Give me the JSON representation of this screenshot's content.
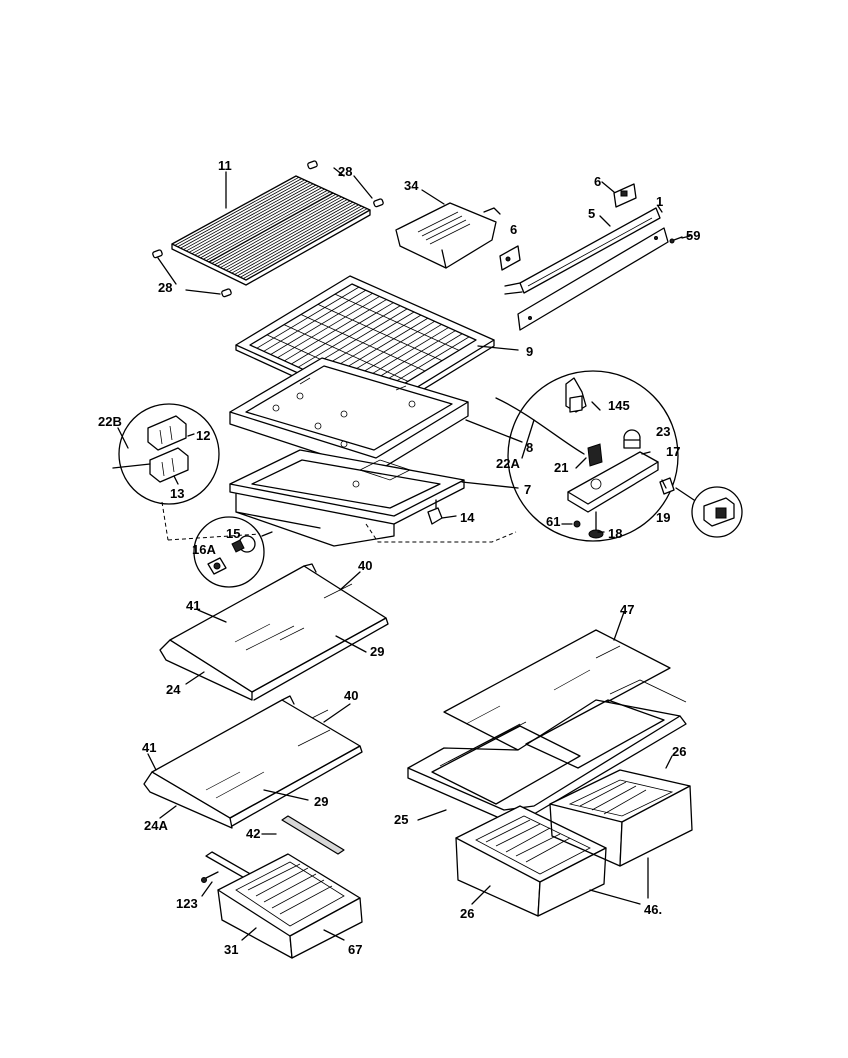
{
  "diagram": {
    "labels": {
      "l1": "1",
      "l5": "5",
      "l6a": "6",
      "l6b": "6",
      "l7": "7",
      "l8": "8",
      "l9": "9",
      "l11": "11",
      "l12": "12",
      "l13": "13",
      "l14": "14",
      "l15": "15",
      "l16a": "16A",
      "l17": "17",
      "l18": "18",
      "l19": "19",
      "l21": "21",
      "l22a": "22A",
      "l22b": "22B",
      "l23": "23",
      "l24": "24",
      "l24a": "24A",
      "l25": "25",
      "l26a": "26",
      "l26b": "26",
      "l28a": "28",
      "l28b": "28",
      "l29a": "29",
      "l29b": "29",
      "l31": "31",
      "l34": "34",
      "l40a": "40",
      "l40b": "40",
      "l41a": "41",
      "l41b": "41",
      "l42": "42",
      "l46": "46.",
      "l47": "47",
      "l59": "59",
      "l61": "61",
      "l67": "67",
      "l123": "123",
      "l145": "145"
    }
  }
}
